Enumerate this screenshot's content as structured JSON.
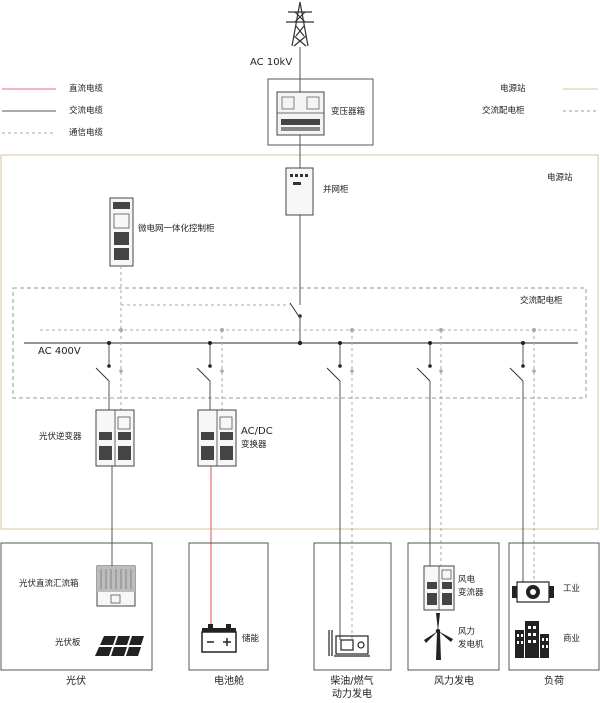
{
  "legend": {
    "dc_cable": "直流电缆",
    "ac_cable": "交流电缆",
    "comm_cable": "通信电缆",
    "power_station": "电源站",
    "ac_cabinet": "交流配电柜"
  },
  "colors": {
    "dc": "#e0707c",
    "ac": "#555555",
    "comm": "#aaaaaa",
    "station_border": "#d8c49a"
  },
  "labels": {
    "grid_voltage": "AC 10kV",
    "transformer_box": "变压器箱",
    "grid_cabinet": "并网柜",
    "station": "电源站",
    "microgrid_cabinet": "微电网一体化控制柜",
    "ac_cabinet": "交流配电柜",
    "bus_voltage": "AC 400V",
    "pv_inverter": "光伏逆变器",
    "acdc_converter_line1": "AC/DC",
    "acdc_converter_line2": "变换器",
    "pv_combiner": "光伏直流汇流箱",
    "pv_panel": "光伏板",
    "storage": "储能",
    "wind_converter_line1": "风电",
    "wind_converter_line2": "变流器",
    "wind_generator_line1": "风力",
    "wind_generator_line2": "发电机",
    "industry": "工业",
    "commerce": "商业"
  },
  "sections": {
    "pv": "光伏",
    "battery": "电池舱",
    "diesel_line1": "柴油/燃气",
    "diesel_line2": "动力发电",
    "wind": "风力发电",
    "load": "负荷"
  },
  "icons": {
    "tower": "transmission-tower-icon",
    "transformer": "transformer-icon",
    "cabinet": "cabinet-icon",
    "solar": "solar-panel-icon",
    "battery": "battery-icon",
    "generator": "generator-icon",
    "turbine": "wind-turbine-icon",
    "factory": "factory-icon",
    "building": "building-icon"
  }
}
